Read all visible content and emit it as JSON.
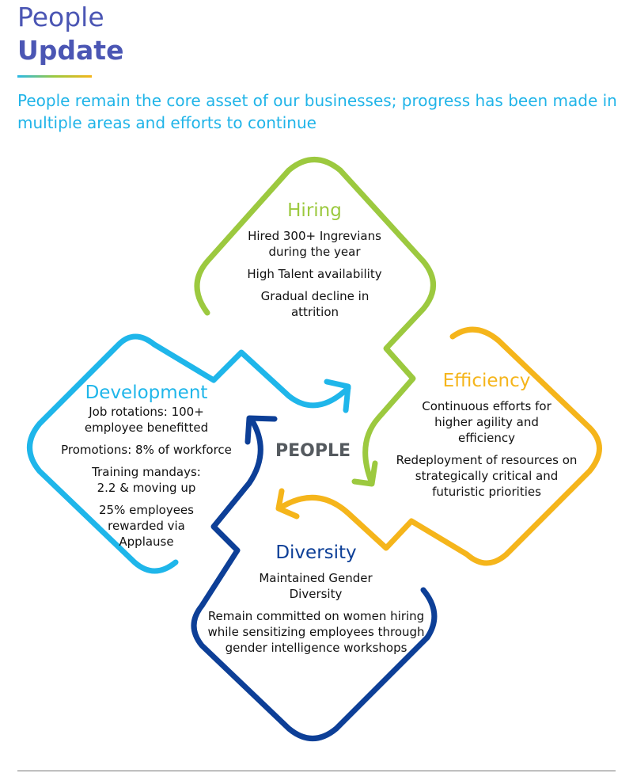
{
  "header": {
    "title_line1": "People",
    "title_line2": "Update",
    "subtitle": "People remain the core asset of our businesses; progress has been made in multiple areas and efforts to continue"
  },
  "diagram": {
    "center_label": "PEOPLE",
    "hiring": {
      "title": "Hiring",
      "color": "#9cc93f",
      "points": [
        "Hired 300+ Ingrevians during the year",
        "High Talent availability",
        "Gradual decline in attrition"
      ]
    },
    "efficiency": {
      "title": "Efficiency",
      "color": "#f5b51b",
      "points": [
        "Continuous efforts for higher agility and efficiency",
        "Redeployment of resources on strategically critical and futuristic priorities"
      ]
    },
    "development": {
      "title": "Development",
      "color": "#1fb6ea",
      "points": [
        "Job rotations: 100+ employee benefitted",
        "Promotions: 8% of workforce",
        "Training mandays: 2.2 & moving up",
        "25% employees rewarded via Applause"
      ]
    },
    "diversity": {
      "title": "Diversity",
      "color": "#0d3f97",
      "points": [
        "Maintained Gender Diversity",
        "Remain committed on women hiring while sensitizing employees through gender intelligence workshops"
      ]
    }
  }
}
